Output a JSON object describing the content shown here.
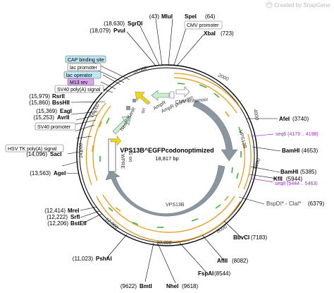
{
  "plasmid": {
    "name": "VPS13B^EGFPcodonoptimized",
    "length": "18,817 bp"
  },
  "brand": {
    "text": "Created by SnapGene"
  },
  "colors": {
    "backbone": "#000000",
    "orange": "#e89a1a",
    "gray_feature": "#8a96a0",
    "primer_purple": "#9b2fc6",
    "green_arrow": "#3cb43c",
    "yellow_arrow": "#f5d800",
    "mint_arrow": "#c8f0d0",
    "callout_blue": "#bfe6f5"
  },
  "ticks": [
    "2000",
    "4000",
    "6000",
    "8000",
    "10,000",
    "12,000",
    "14,000",
    "16,000",
    "18,000"
  ],
  "features": [
    "CMV enhancer",
    "CMV promoter",
    "AmpR",
    "AmpR promoter",
    "ori",
    "f1 ori",
    "NeoR/KanR",
    "WPRE",
    "VPS13B",
    "VPS13B"
  ],
  "callouts": {
    "cap_binding_site": "CAP binding site",
    "lac_promoter": "lac promoter",
    "lac_operator": "lac operator",
    "m13_rev": "M13 rev",
    "sv40_polya": "SV40 poly(A) signal",
    "sv40_promoter": "SV40 promoter",
    "hsv_tk_polya": "HSV TK poly(A) signal",
    "cmv_promoter": "CMV promoter"
  },
  "sites": {
    "mlui": {
      "name": "MluI",
      "pos": "(43)"
    },
    "spei": {
      "name": "SpeI",
      "pos": "(64)"
    },
    "sgrdi": {
      "name": "SgrDI",
      "pos": "(18,630)"
    },
    "pvui": {
      "name": "PvuI",
      "pos": "(18,079)"
    },
    "xbai": {
      "name": "XbaI",
      "pos": "(723)"
    },
    "rsrii": {
      "name": "RsrII",
      "pos": "(15,979)"
    },
    "bsshii": {
      "name": "BssHII",
      "pos": "(15,860)"
    },
    "eagi": {
      "name": "EagI",
      "pos": "(15,369)"
    },
    "avrii": {
      "name": "AvrII",
      "pos": "(15,253)"
    },
    "saci": {
      "name": "SacI",
      "pos": "(14,096)"
    },
    "agei": {
      "name": "AgeI",
      "pos": "(13,563)"
    },
    "mrei": {
      "name": "MreI",
      "pos": "(12,414)"
    },
    "srfi": {
      "name": "SrfI",
      "pos": "(12,222)"
    },
    "bsteii": {
      "name": "BstEII",
      "pos": "(12,206)"
    },
    "pshai": {
      "name": "PshAI",
      "pos": "(11,023)"
    },
    "bmti": {
      "name": "BmtI",
      "pos": "(9622)"
    },
    "nhei": {
      "name": "NheI",
      "pos": "(9618)"
    },
    "fspai": {
      "name": "FspAI",
      "pos": "(8544)"
    },
    "aflii": {
      "name": "AflII",
      "pos": "(8082)"
    },
    "bbvci": {
      "name": "BbvCI",
      "pos": "(7183)"
    },
    "bspdi": {
      "name": "BspDI* - ClaI*",
      "pos": "(6379)"
    },
    "kfli": {
      "name": "KflI",
      "pos": "(5944)"
    },
    "bamhi_b": {
      "name": "BamHI",
      "pos": "(5385)"
    },
    "bamhi_a": {
      "name": "BamHI",
      "pos": "(4653)"
    },
    "afei": {
      "name": "AfeI",
      "pos": "(3740)"
    }
  },
  "primers": {
    "seq6": "seq6  (4179 .. 4198)",
    "seq8": "seq8  (5444 .. 5463)"
  }
}
